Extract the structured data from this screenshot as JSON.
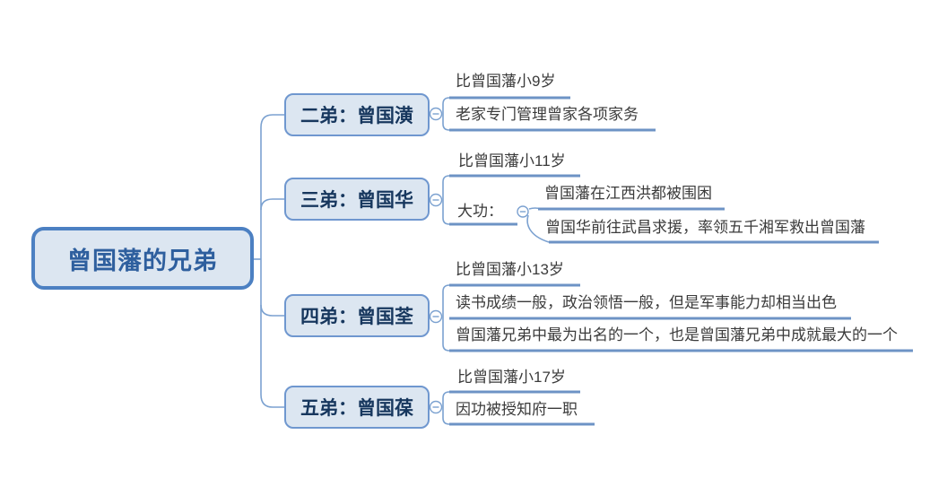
{
  "diagram_title": "曾国藩的兄弟",
  "root": {
    "label": "曾国藩的兄弟"
  },
  "branches": [
    {
      "label": "二弟：曾国潢",
      "children": [
        {
          "label": "比曾国藩小9岁"
        },
        {
          "label": "老家专门管理曾家各项家务"
        }
      ]
    },
    {
      "label": "三弟：曾国华",
      "children": [
        {
          "label": "比曾国藩小11岁"
        },
        {
          "label": "大功：",
          "children": [
            {
              "label": "曾国藩在江西洪都被围困"
            },
            {
              "label": "曾国华前往武昌求援，率领五千湘军救出曾国藩"
            }
          ]
        }
      ]
    },
    {
      "label": "四弟：曾国荃",
      "children": [
        {
          "label": "比曾国藩小13岁"
        },
        {
          "label": "读书成绩一般，政治领悟一般，但是军事能力却相当出色"
        },
        {
          "label": "曾国藩兄弟中最为出名的一个，也是曾国藩兄弟中成就最大的一个"
        }
      ]
    },
    {
      "label": "五弟：曾国葆",
      "children": [
        {
          "label": "比曾国藩小17岁"
        },
        {
          "label": "因功被授知府一职"
        }
      ]
    }
  ],
  "icons": {
    "collapse": "−"
  },
  "colors": {
    "node_fill": "#dce6f1",
    "node_border": "#6f97cf",
    "root_border": "#4c80c2",
    "root_text": "#2e5f9e",
    "branch_text": "#17375e",
    "leaf_text": "#3b3b3b",
    "line_thick": "#6d93c5",
    "line_thin": "#7ba1d0"
  }
}
